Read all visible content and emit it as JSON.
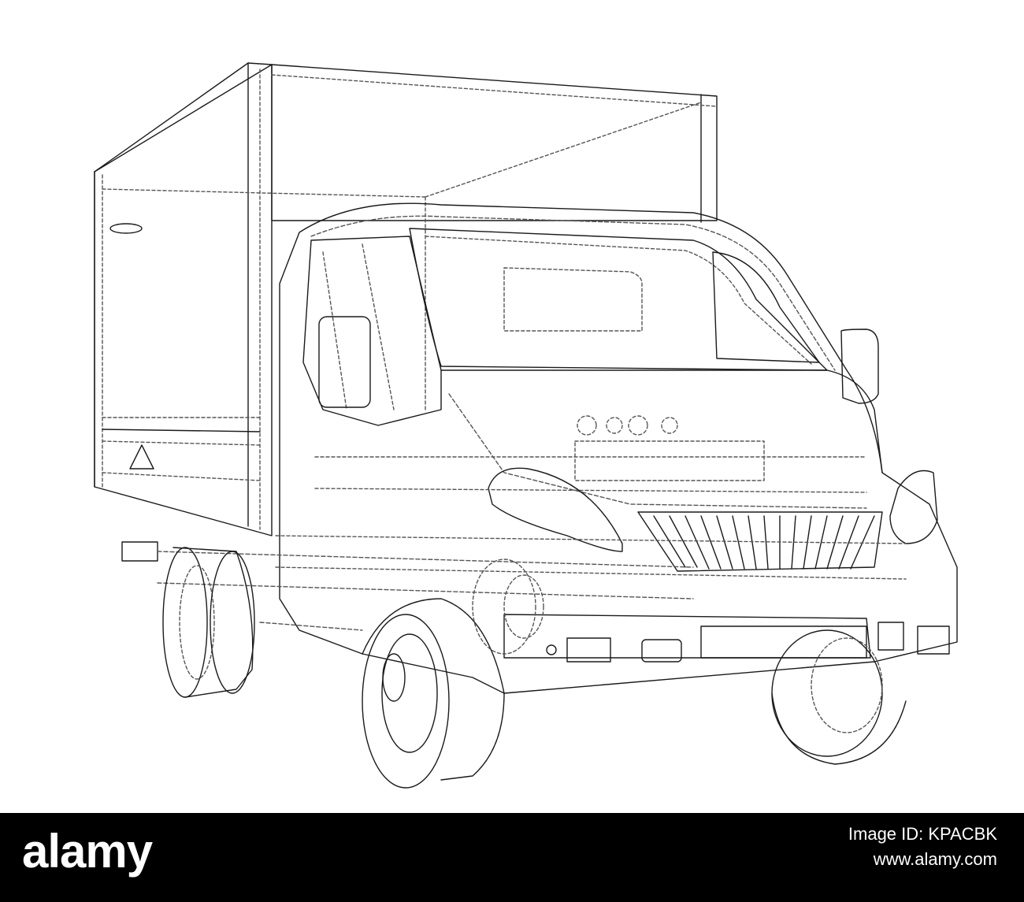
{
  "footer": {
    "brand": "alamy",
    "image_id_label": "Image ID: KPACBK",
    "site": "www.alamy.com"
  },
  "colors": {
    "line": "#1a1a1a",
    "dash": "#555555",
    "footer_bg": "#000000",
    "footer_text": "#ffffff"
  },
  "icons": {
    "illustration": "truck-wireframe"
  }
}
